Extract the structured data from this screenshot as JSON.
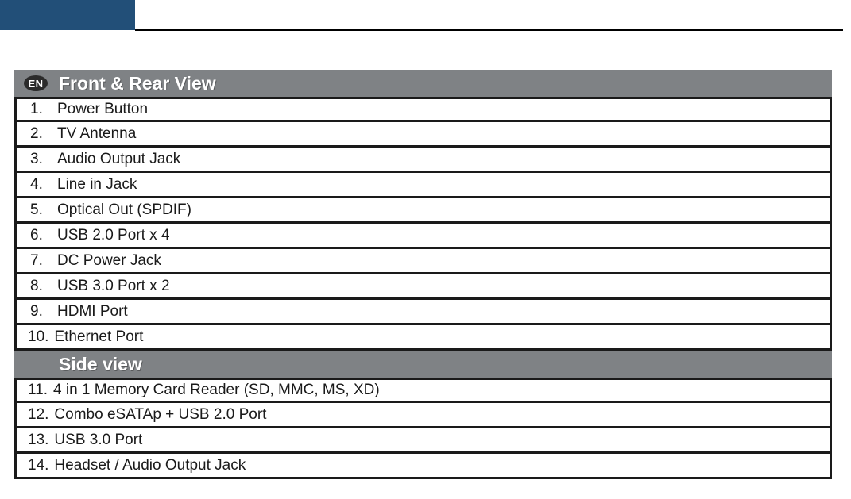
{
  "banner": {
    "accent_color": "#224f78",
    "rule_color": "#000000"
  },
  "table": {
    "header_bg": "#7f8285",
    "border_color": "#1a1a1a",
    "sections": [
      {
        "badge": "EN",
        "title": "Front & Rear View",
        "has_badge": true,
        "rows": [
          {
            "num": "1.",
            "label": "Power Button"
          },
          {
            "num": "2.",
            "label": "TV Antenna"
          },
          {
            "num": "3.",
            "label": "Audio Output Jack"
          },
          {
            "num": "4.",
            "label": "Line in Jack"
          },
          {
            "num": "5.",
            "label": "Optical Out (SPDIF)"
          },
          {
            "num": "6.",
            "label": "USB 2.0 Port x 4"
          },
          {
            "num": "7.",
            "label": "DC Power Jack"
          },
          {
            "num": "8.",
            "label": "USB 3.0 Port x 2"
          },
          {
            "num": "9.",
            "label": "HDMI Port"
          },
          {
            "num": "10.",
            "label": "Ethernet Port"
          }
        ]
      },
      {
        "badge": "",
        "title": "Side view",
        "has_badge": false,
        "rows": [
          {
            "num": "11.",
            "label": "4 in 1 Memory Card Reader (SD, MMC, MS, XD)"
          },
          {
            "num": "12.",
            "label": "Combo eSATAp + USB 2.0 Port"
          },
          {
            "num": "13.",
            "label": "USB 3.0 Port"
          },
          {
            "num": "14.",
            "label": "Headset / Audio Output Jack"
          }
        ]
      }
    ]
  }
}
